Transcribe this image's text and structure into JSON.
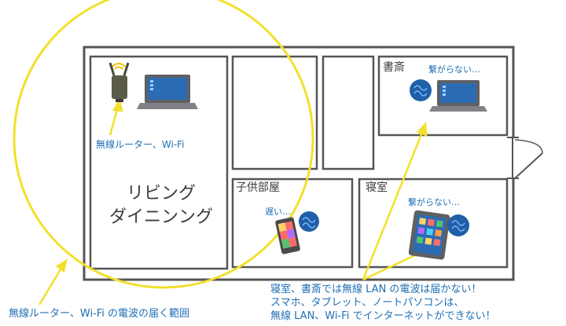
{
  "colors": {
    "wall": "#555555",
    "coverage": "#f2e02c",
    "label_blue": "#1f6fb5",
    "label_dark": "#3c3c3c",
    "trouble": "#1f5fa8"
  },
  "rooms": {
    "living_dining": [
      "リビング",
      "ダイニンング"
    ],
    "study": "書斎",
    "kids_room": "子供部屋",
    "bedroom": "寝室"
  },
  "status": {
    "study": "繋がらない…",
    "kids_room": "遅い…",
    "bedroom": "繋がらない…"
  },
  "labels": {
    "router": "無線ルーター、Wi-Fi",
    "coverage": "無線ルーター、Wi-Fi の電波の届く範囲"
  },
  "message_lines": [
    "寝室、書斎では無線 LAN の電波は届かない！",
    "スマホ、タブレット、ノートパソコンは、",
    "無線 LAN、Wi-Fi でインターネットができない！"
  ],
  "icons": [
    "router-icon",
    "laptop-icon",
    "tablet-icon",
    "smartphone-icon",
    "confused-head-icon"
  ]
}
